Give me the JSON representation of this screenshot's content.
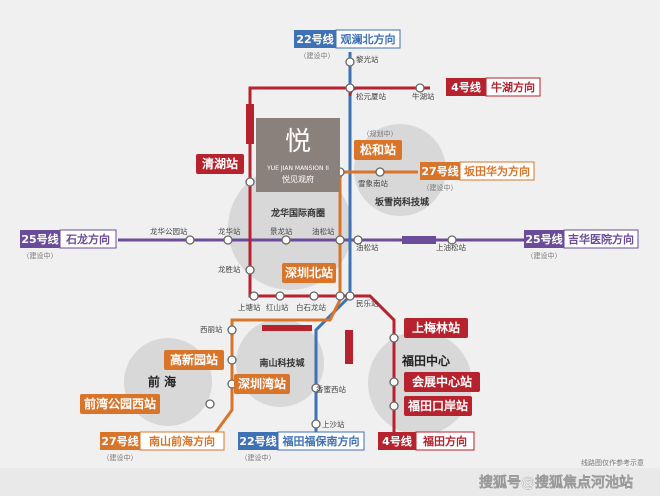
{
  "colors": {
    "line22": "#3f72b5",
    "line4": "#b6222d",
    "line27": "#d9752b",
    "line25": "#6b4c9a",
    "bg": "#f0f0f0",
    "circle": "#cfcfcf",
    "project": "#8b817c"
  },
  "tags": {
    "l22_north": {
      "line": "22号线",
      "direction": "观澜北方向",
      "note": "（建设中）"
    },
    "l4_north": {
      "line": "4号线",
      "direction": "牛湖方向"
    },
    "l27_east": {
      "line": "27号线",
      "direction": "坂田华为方向",
      "note": "（建设中）"
    },
    "l25_west": {
      "line": "25号线",
      "direction": "石龙方向",
      "note": "（建设中）"
    },
    "l25_east": {
      "line": "25号线",
      "direction": "吉华医院方向",
      "note": "（建设中）"
    },
    "l27_south": {
      "line": "27号线",
      "direction": "南山前海方向",
      "note": "（建设中）"
    },
    "l22_south": {
      "line": "22号线",
      "direction": "福田福保南方向",
      "note": "（建设中）"
    },
    "l4_south": {
      "line": "4号线",
      "direction": "福田方向"
    }
  },
  "highlight_stations": {
    "qinghu": "清湖站",
    "songhe": "松和站",
    "songhe_note": "（规划中）",
    "shenzhenbei": "深圳北站",
    "gaoxinyuan": "高新园站",
    "shenzhenwan": "深圳湾站",
    "qianwangongyuanxi": "前湾公园西站",
    "shangmeilin": "上梅林站",
    "huizhanzhongxin": "会展中心站",
    "futiankouan": "福田口岸站"
  },
  "stations": {
    "liguang": "黎光站",
    "songyuansha": "松元厦站",
    "niuhu": "牛湖站",
    "xuexiangnan": "雪象南站",
    "longhuagongyuan": "龙华公园站",
    "longhua": "龙华站",
    "jinglong": "景龙站",
    "yousong": "油松站",
    "yousongnorth": "油松站",
    "shangyousong": "上油松站",
    "longsheng": "龙胜站",
    "shangtang": "上塘站",
    "hongshan": "红山站",
    "baishilong": "白石龙站",
    "minle": "民乐站",
    "xili": "西丽站",
    "xiangmihu": "香蜜西站",
    "shangsha": "上沙站"
  },
  "areas": {
    "longhua": "龙华国际商圈",
    "bantian": "坂雪岗科技城",
    "nanshan": "南山科技城",
    "qianhai": "前 海",
    "futian": "福田中心"
  },
  "project": {
    "name_en": "YUE JIAN MANSION II",
    "name_cn": "悦见观府",
    "logo_char": "悦"
  },
  "footer": {
    "disclaimer": "线路图仅作参考示意",
    "watermark": "搜狐号@搜狐焦点河池站"
  }
}
